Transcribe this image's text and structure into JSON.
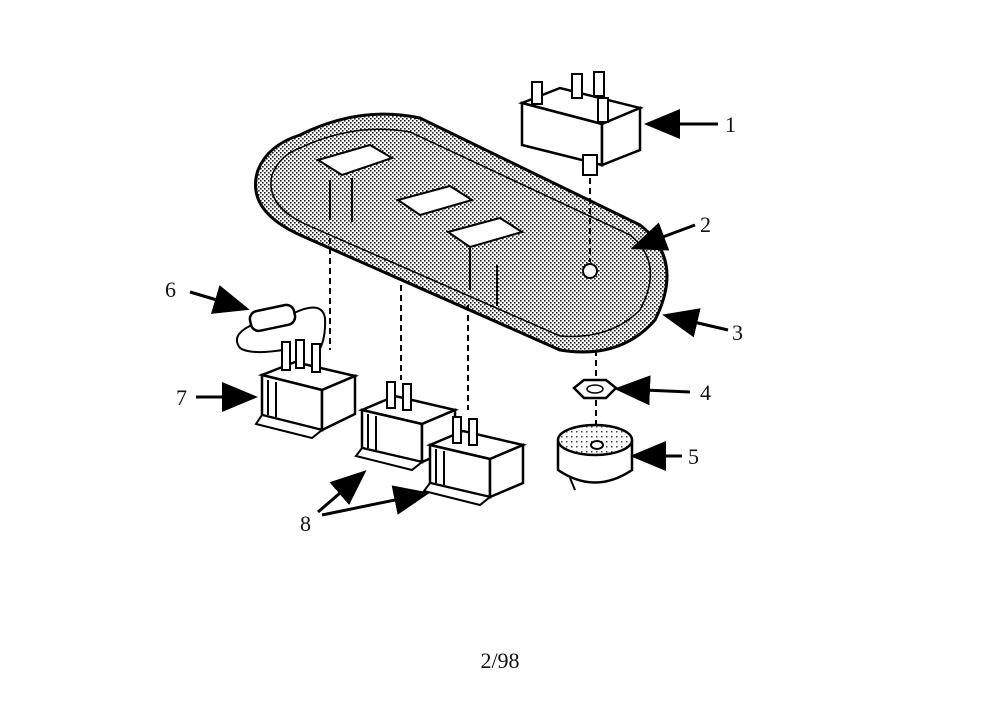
{
  "diagram": {
    "callouts": {
      "c1": "1",
      "c2": "2",
      "c3": "3",
      "c4": "4",
      "c5": "5",
      "c6": "6",
      "c7": "7",
      "c8": "8"
    },
    "page_number": "2/98"
  }
}
